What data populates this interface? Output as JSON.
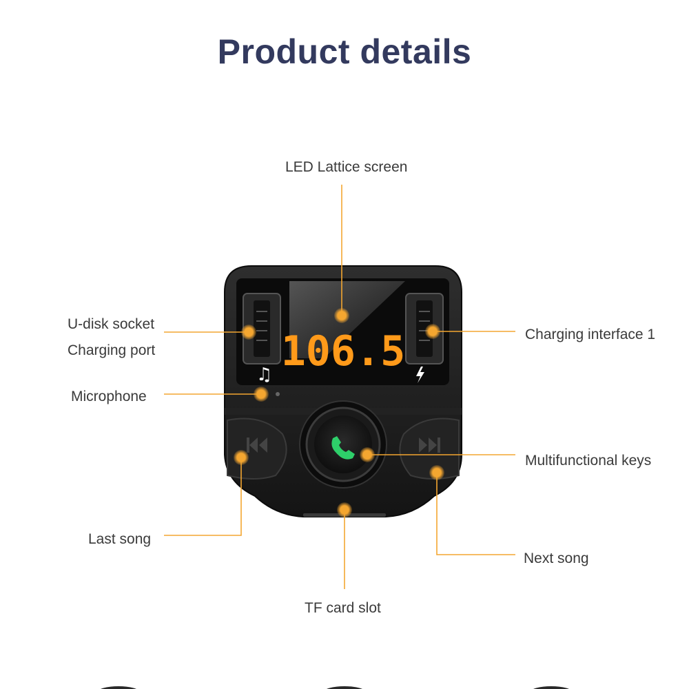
{
  "page": {
    "title": "Product details"
  },
  "labels": {
    "led_screen": "LED Lattice screen",
    "u_disk_socket": "U-disk socket",
    "charging_port": "Charging port",
    "microphone": "Microphone",
    "charging_interface": "Charging interface 1",
    "multifunctional_keys": "Multifunctional keys",
    "last_song": "Last song",
    "next_song": "Next song",
    "tf_card_slot": "TF card slot"
  },
  "device": {
    "display_value": "106.5",
    "display_color": "#ff9a1a"
  },
  "colors": {
    "title": "#333a5e",
    "callout": "#f4a630",
    "body": "#1c1c1c",
    "call_icon": "#2ecf6a"
  },
  "icons": [
    "music-note-icon",
    "lightning-icon",
    "phone-icon",
    "previous-track-icon",
    "next-track-icon"
  ]
}
